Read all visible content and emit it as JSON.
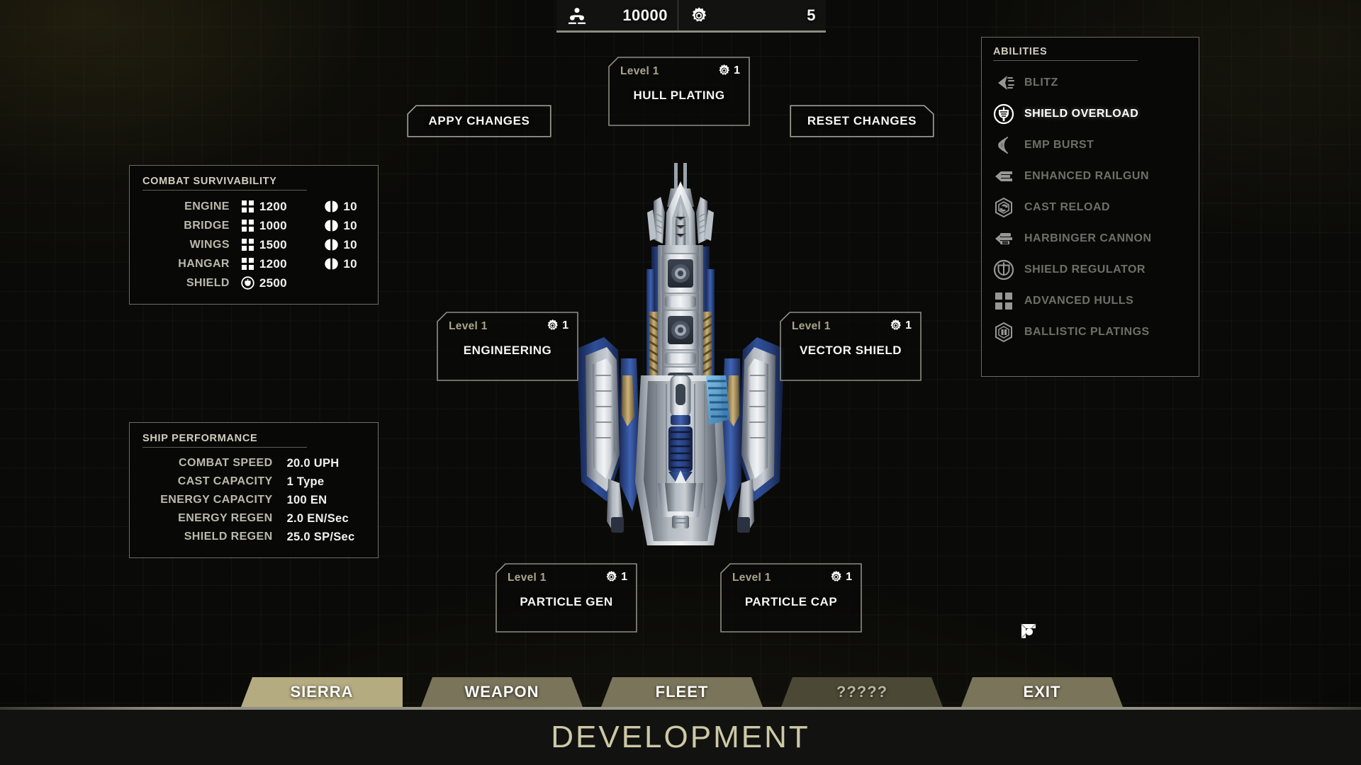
{
  "topbar": {
    "resources": [
      {
        "icon": "crew-icon",
        "label": "Crew",
        "value": "10000"
      },
      {
        "icon": "gear-icon",
        "label": "Tech Points",
        "value": "5"
      }
    ]
  },
  "survivability": {
    "title": "COMBAT SURVIVABILITY",
    "rows": [
      {
        "label": "ENGINE",
        "hull_icon": "hull-grid-icon",
        "hull": "1200",
        "armor_icon": "armor-split-icon",
        "armor": "10"
      },
      {
        "label": "BRIDGE",
        "hull_icon": "hull-grid-icon",
        "hull": "1000",
        "armor_icon": "armor-split-icon",
        "armor": "10"
      },
      {
        "label": "WINGS",
        "hull_icon": "hull-grid-icon",
        "hull": "1500",
        "armor_icon": "armor-split-icon",
        "armor": "10"
      },
      {
        "label": "HANGAR",
        "hull_icon": "hull-grid-icon",
        "hull": "1200",
        "armor_icon": "armor-split-icon",
        "armor": "10"
      },
      {
        "label": "SHIELD",
        "hull_icon": "shield-orb-icon",
        "hull": "2500",
        "armor_icon": "",
        "armor": ""
      }
    ]
  },
  "performance": {
    "title": "SHIP PERFORMANCE",
    "rows": [
      {
        "label": "COMBAT SPEED",
        "value": "20.0 UPH"
      },
      {
        "label": "CAST CAPACITY",
        "value": "1 Type"
      },
      {
        "label": "ENERGY CAPACITY",
        "value": "100 EN"
      },
      {
        "label": "ENERGY REGEN",
        "value": "2.0 EN/Sec"
      },
      {
        "label": "SHIELD REGEN",
        "value": "25.0 SP/Sec"
      }
    ]
  },
  "abilities": {
    "title": "ABILITIES",
    "items": [
      {
        "name": "BLITZ",
        "icon": "blitz-icon",
        "selected": false
      },
      {
        "name": "SHIELD OVERLOAD",
        "icon": "shield-overload-icon",
        "selected": true
      },
      {
        "name": "EMP BURST",
        "icon": "emp-burst-icon",
        "selected": false
      },
      {
        "name": "ENHANCED RAILGUN",
        "icon": "railgun-icon",
        "selected": false
      },
      {
        "name": "CAST RELOAD",
        "icon": "cast-reload-icon",
        "selected": false
      },
      {
        "name": "HARBINGER CANNON",
        "icon": "harbinger-cannon-icon",
        "selected": false
      },
      {
        "name": "SHIELD REGULATOR",
        "icon": "shield-regulator-icon",
        "selected": false
      },
      {
        "name": "ADVANCED HULLS",
        "icon": "advanced-hulls-icon",
        "selected": false
      },
      {
        "name": "BALLISTIC PLATINGS",
        "icon": "ballistic-platings-icon",
        "selected": false
      }
    ]
  },
  "modules": {
    "hull": {
      "level": "Level 1",
      "name": "HULL PLATING",
      "cost": "1",
      "cost_icon": "gear-icon",
      "notch": "left"
    },
    "engineering": {
      "level": "Level 1",
      "name": "ENGINEERING",
      "cost": "1",
      "cost_icon": "gear-icon",
      "notch": "left"
    },
    "vector": {
      "level": "Level 1",
      "name": "VECTOR SHIELD",
      "cost": "1",
      "cost_icon": "gear-icon",
      "notch": "left"
    },
    "pgen": {
      "level": "Level 1",
      "name": "PARTICLE GEN",
      "cost": "1",
      "cost_icon": "gear-icon",
      "notch": "left"
    },
    "pcap": {
      "level": "Level 1",
      "name": "PARTICLE CAP",
      "cost": "1",
      "cost_icon": "gear-icon",
      "notch": "left"
    }
  },
  "actions": {
    "apply": "APPY CHANGES",
    "reset": "RESET CHANGES"
  },
  "tabs": [
    {
      "label": "SIERRA",
      "state": "active"
    },
    {
      "label": "WEAPON",
      "state": "normal"
    },
    {
      "label": "FLEET",
      "state": "normal"
    },
    {
      "label": "?????",
      "state": "disabled"
    },
    {
      "label": "EXIT",
      "state": "normal"
    }
  ],
  "footer": {
    "title": "DEVELOPMENT"
  },
  "cursor": {
    "icon": "corner-bracket-cursor-icon"
  },
  "colors": {
    "accent_tan": "#cdc8a6",
    "tab_active": "#b5ab81",
    "tab_normal": "#79745a",
    "tab_disabled": "#57533f",
    "panel_border": "#6d6d63",
    "text_dim": "#6f6f68",
    "text_bright": "#ffffff"
  }
}
